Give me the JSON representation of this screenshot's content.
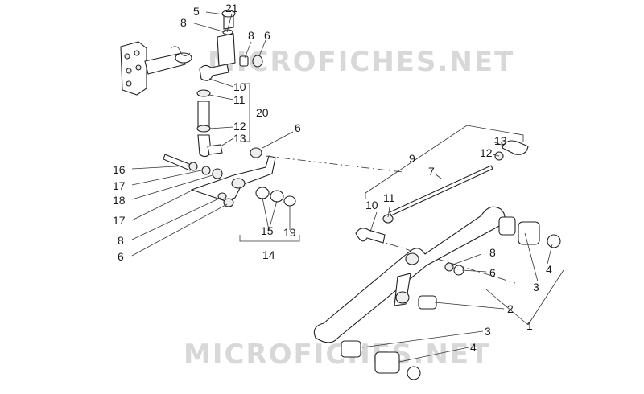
{
  "watermark": {
    "top": "MICROFICHES.NET",
    "bottom": "MICROFICHES.NET"
  },
  "callouts": {
    "c5": "5",
    "c21": "21",
    "c8a": "8",
    "c8b": "8",
    "c6a": "6",
    "c10a": "10",
    "c11a": "11",
    "c20": "20",
    "c12a": "12",
    "c13a": "13",
    "c6b": "6",
    "c16": "16",
    "c17a": "17",
    "c18": "18",
    "c17b": "17",
    "c8c": "8",
    "c6c": "6",
    "c15": "15",
    "c19": "19",
    "c14": "14",
    "c9": "9",
    "c13b": "13",
    "c12b": "12",
    "c7": "7",
    "c10b": "10",
    "c11b": "11",
    "c8d": "8",
    "c6d": "6",
    "c4a": "4",
    "c3a": "3",
    "c2": "2",
    "c1": "1",
    "c3b": "3",
    "c4b": "4"
  }
}
